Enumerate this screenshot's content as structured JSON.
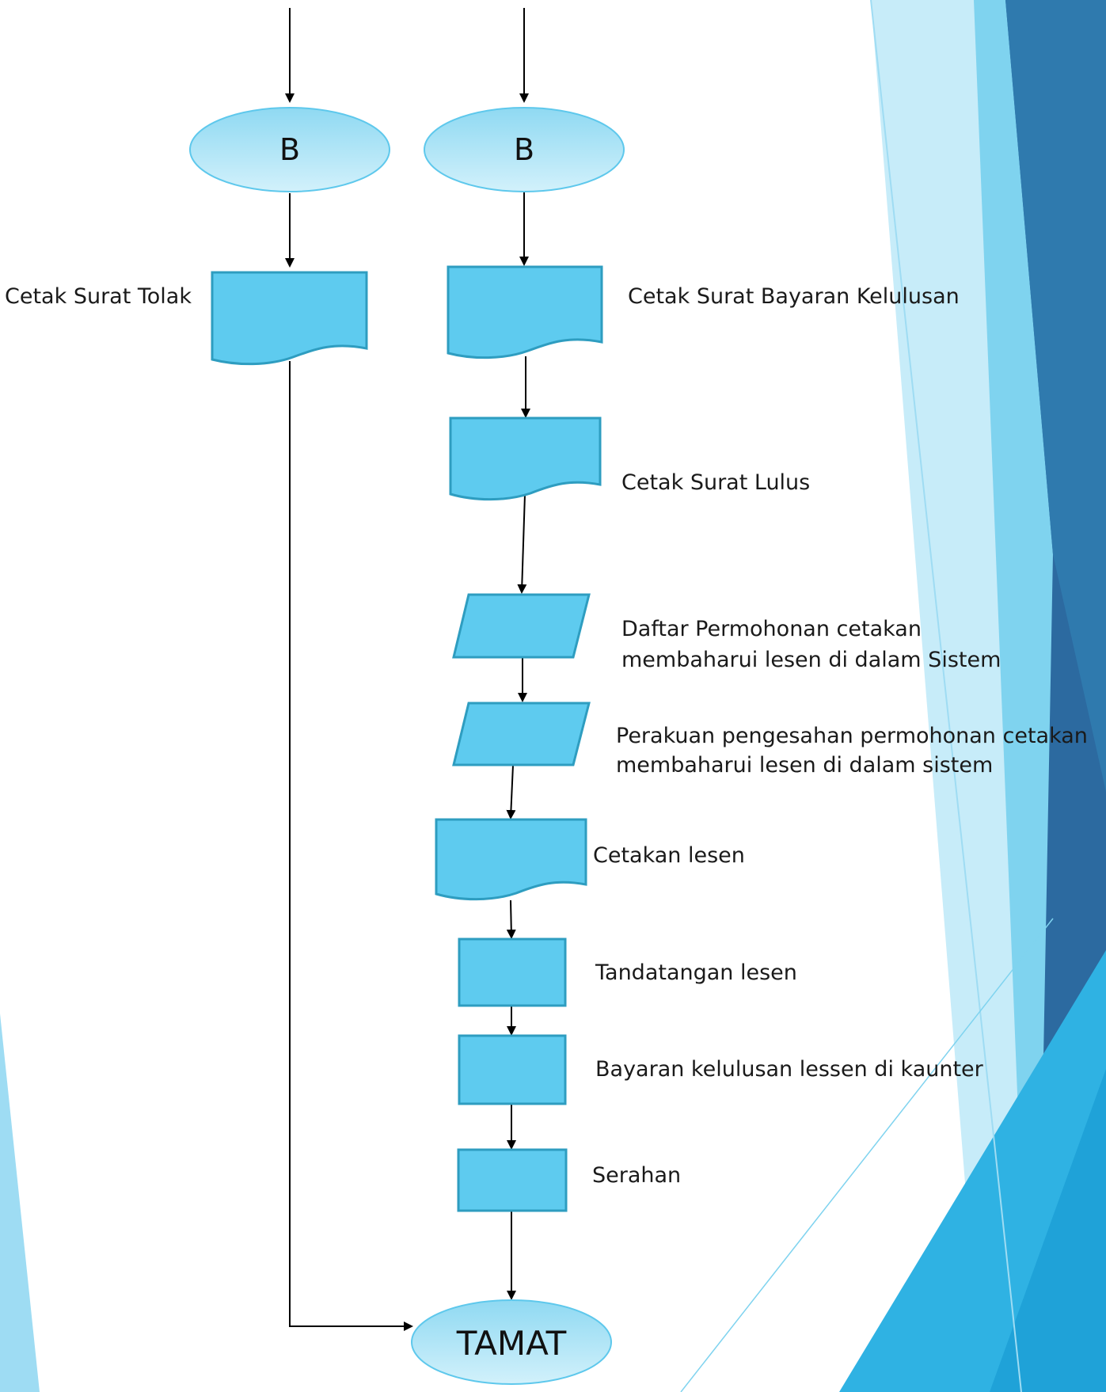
{
  "diagram": {
    "connectors": {
      "left": "B",
      "right": "B",
      "end": "TAMAT"
    },
    "left_branch": {
      "print_reject": "Cetak Surat Tolak"
    },
    "right_branch": {
      "print_payment_letter": "Cetak Surat Bayaran Kelulusan",
      "print_pass_letter": "Cetak Surat Lulus",
      "register_application": [
        "Daftar Permohonan cetakan",
        "membaharui lesen di dalam Sistem"
      ],
      "certify_application": [
        "Perakuan pengesahan permohonan cetakan",
        "membaharui lesen di dalam sistem"
      ],
      "print_license": "Cetakan lesen",
      "sign_license": "Tandatangan lesen",
      "counter_payment": "Bayaran kelulusan lessen di kaunter",
      "handover": "Serahan"
    }
  },
  "colors": {
    "shape_fill": "#5ecbef",
    "shape_stroke": "#2e9dc0",
    "deco_dark": "#2c6aa0",
    "deco_mid": "#2fb2e3",
    "deco_light": "#7fd3ef",
    "deco_pale": "#c7ecf9"
  }
}
